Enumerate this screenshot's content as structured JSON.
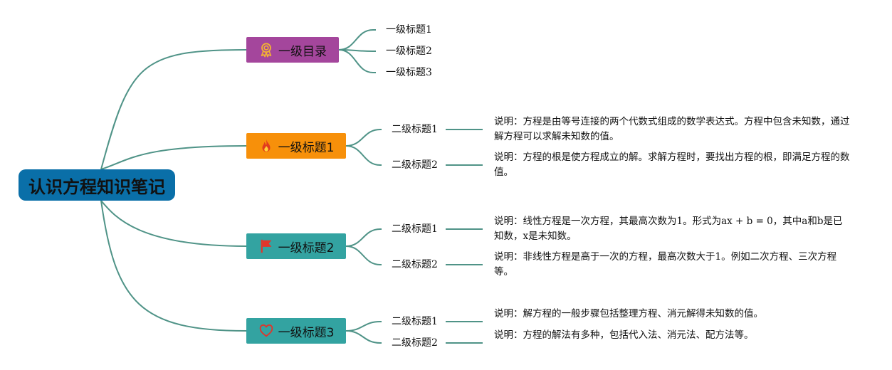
{
  "root": {
    "label": "认识方程知识笔记",
    "color": "#0a6fa8"
  },
  "line_color": "#4f9387",
  "branches": [
    {
      "label": "一级目录",
      "icon": "award-ribbon-icon",
      "color": "#a4469c",
      "children": [
        {
          "label": "一级标题1"
        },
        {
          "label": "一级标题2"
        },
        {
          "label": "一级标题3"
        }
      ]
    },
    {
      "label": "一级标题1",
      "icon": "flame-icon",
      "color": "#f7900a",
      "children": [
        {
          "label": "二级标题1",
          "note": "说明：方程是由等号连接的两个代数式组成的数学表达式。方程中包含未知数，通过解方程可以求解未知数的值。"
        },
        {
          "label": "二级标题2",
          "note": "说明：方程的根是使方程成立的解。求解方程时，要找出方程的根，即满足方程的数值。"
        }
      ]
    },
    {
      "label": "一级标题2",
      "icon": "flag-icon",
      "color": "#33a3a1",
      "children": [
        {
          "label": "二级标题1",
          "note": "说明：线性方程是一次方程，其最高次数为1。形式为ax + b = 0，其中a和b是已知数，x是未知数。"
        },
        {
          "label": "二级标题2",
          "note": "说明：非线性方程是高于一次的方程，最高次数大于1。例如二次方程、三次方程等。"
        }
      ]
    },
    {
      "label": "一级标题3",
      "icon": "heart-icon",
      "color": "#33a3a1",
      "children": [
        {
          "label": "二级标题1",
          "note": "说明：解方程的一般步骤包括整理方程、消元解得未知数的值。"
        },
        {
          "label": "二级标题2",
          "note": "说明：方程的解法有多种，包括代入法、消元法、配方法等。"
        }
      ]
    }
  ]
}
